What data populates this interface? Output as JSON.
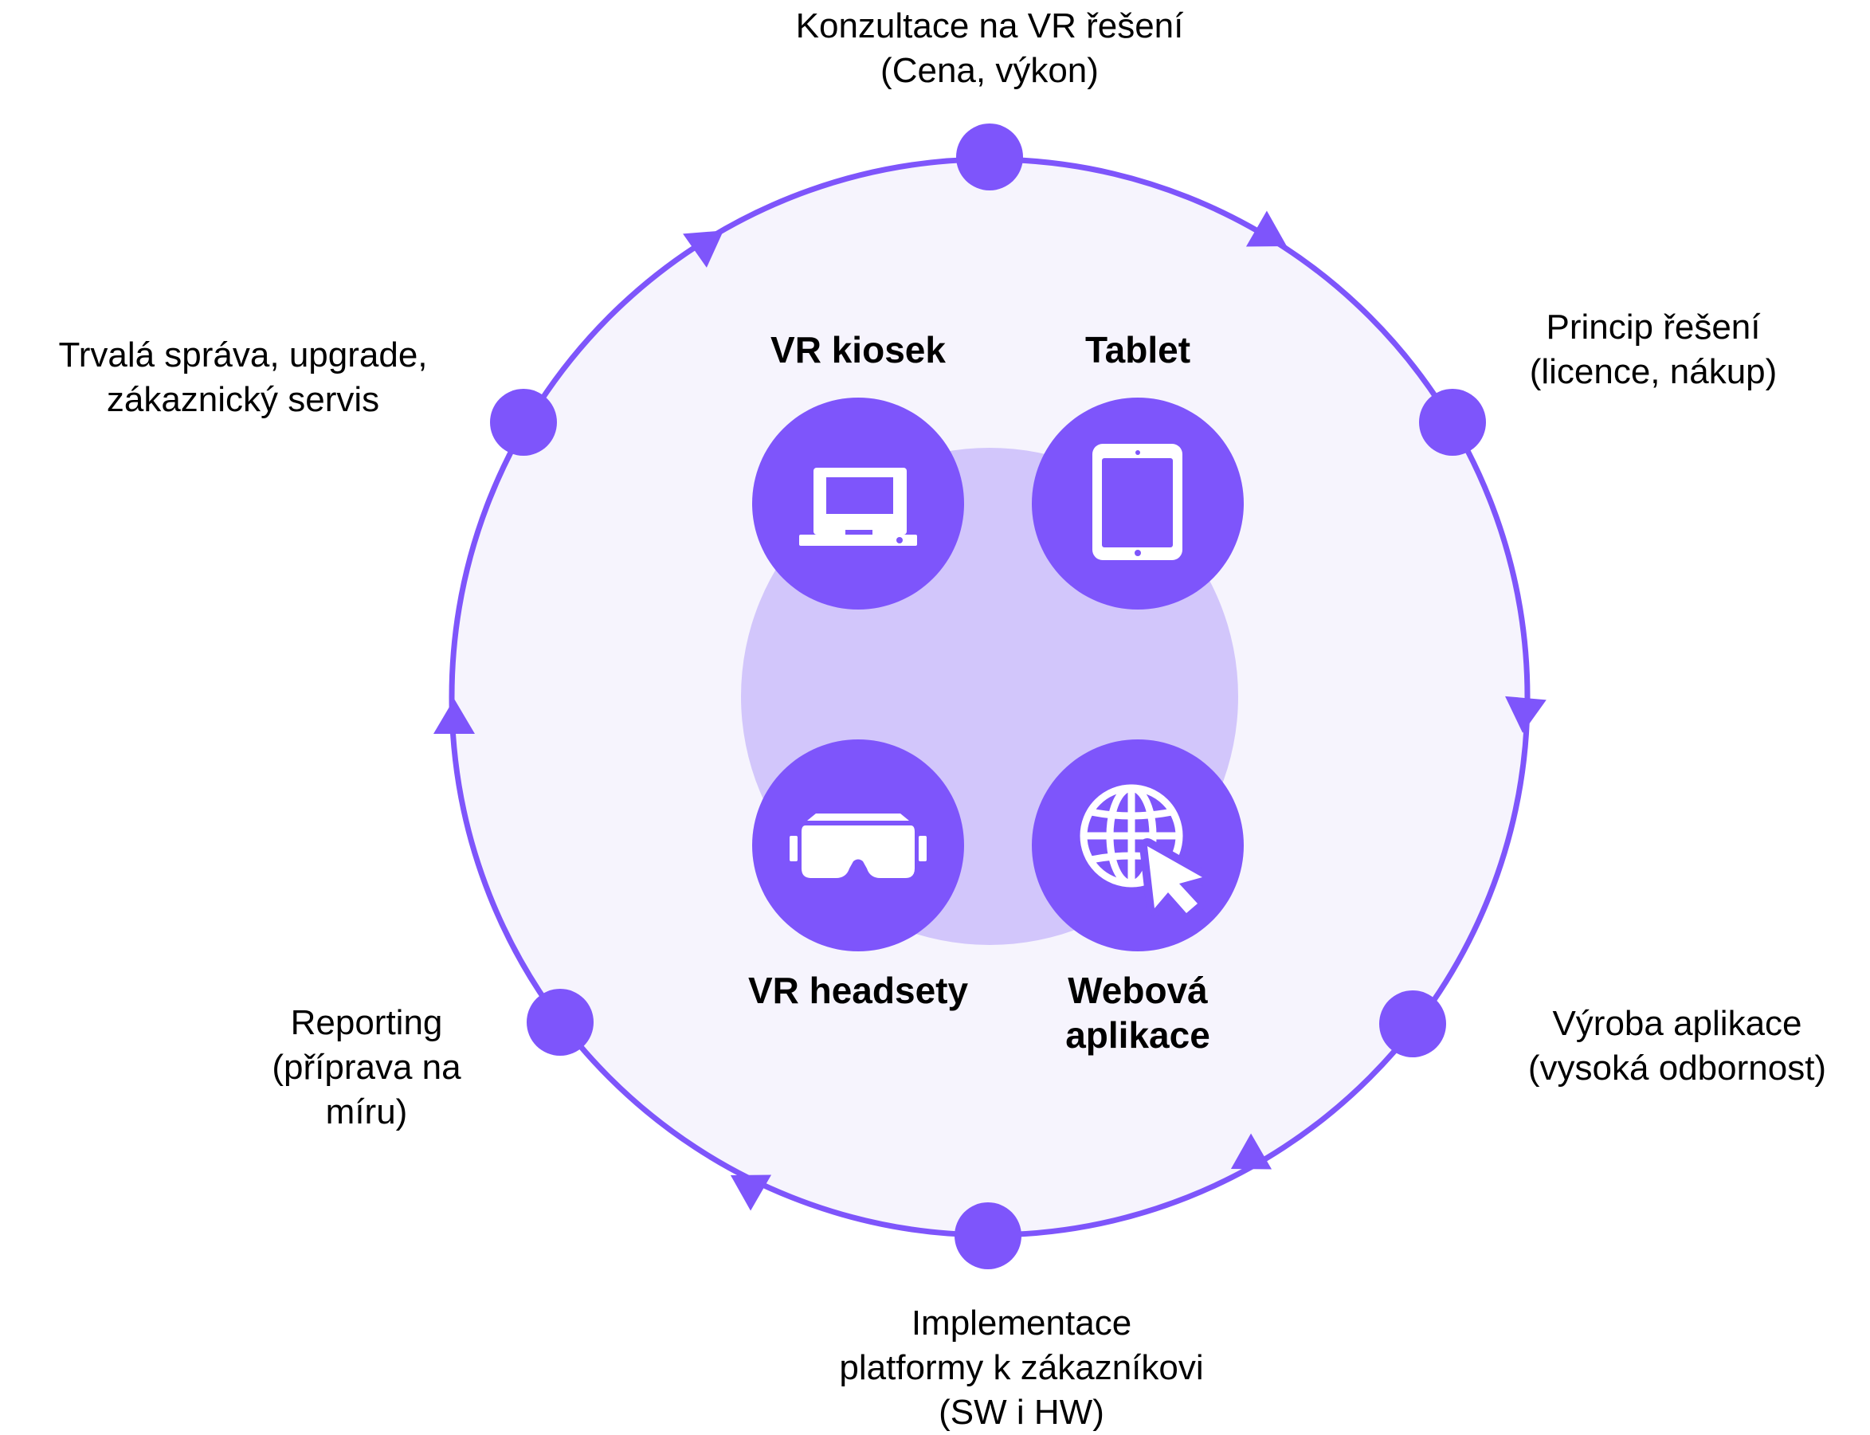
{
  "colors": {
    "accent": "#7E55FB",
    "ring_fill": "#F6F4FD",
    "inner_circle": "#D2C6FB",
    "icon_fg": "#FFFFFF"
  },
  "cycle_steps": [
    {
      "id": "konzultace",
      "lines": [
        "Konzultace na VR řešení",
        "(Cena, výkon)"
      ]
    },
    {
      "id": "princip",
      "lines": [
        "Princip řešení",
        "(licence, nákup)"
      ]
    },
    {
      "id": "vyroba",
      "lines": [
        "Výroba aplikace",
        "(vysoká odbornost)"
      ]
    },
    {
      "id": "implementace",
      "lines": [
        "Implementace",
        "platformy k zákazníkovi",
        "(SW i HW)"
      ]
    },
    {
      "id": "reporting",
      "lines": [
        "Reporting",
        "(příprava na",
        "míru)"
      ]
    },
    {
      "id": "sprava",
      "lines": [
        "Trvalá správa, upgrade,",
        "zákaznický servis"
      ]
    }
  ],
  "channels": [
    {
      "id": "kiosek",
      "lines": [
        "VR kiosek"
      ],
      "icon": "computer-icon"
    },
    {
      "id": "tablet",
      "lines": [
        "Tablet"
      ],
      "icon": "tablet-icon"
    },
    {
      "id": "headsety",
      "lines": [
        "VR headsety"
      ],
      "icon": "vr-headset-icon"
    },
    {
      "id": "webova",
      "lines": [
        "Webová",
        "aplikace"
      ],
      "icon": "globe-cursor-icon"
    }
  ]
}
